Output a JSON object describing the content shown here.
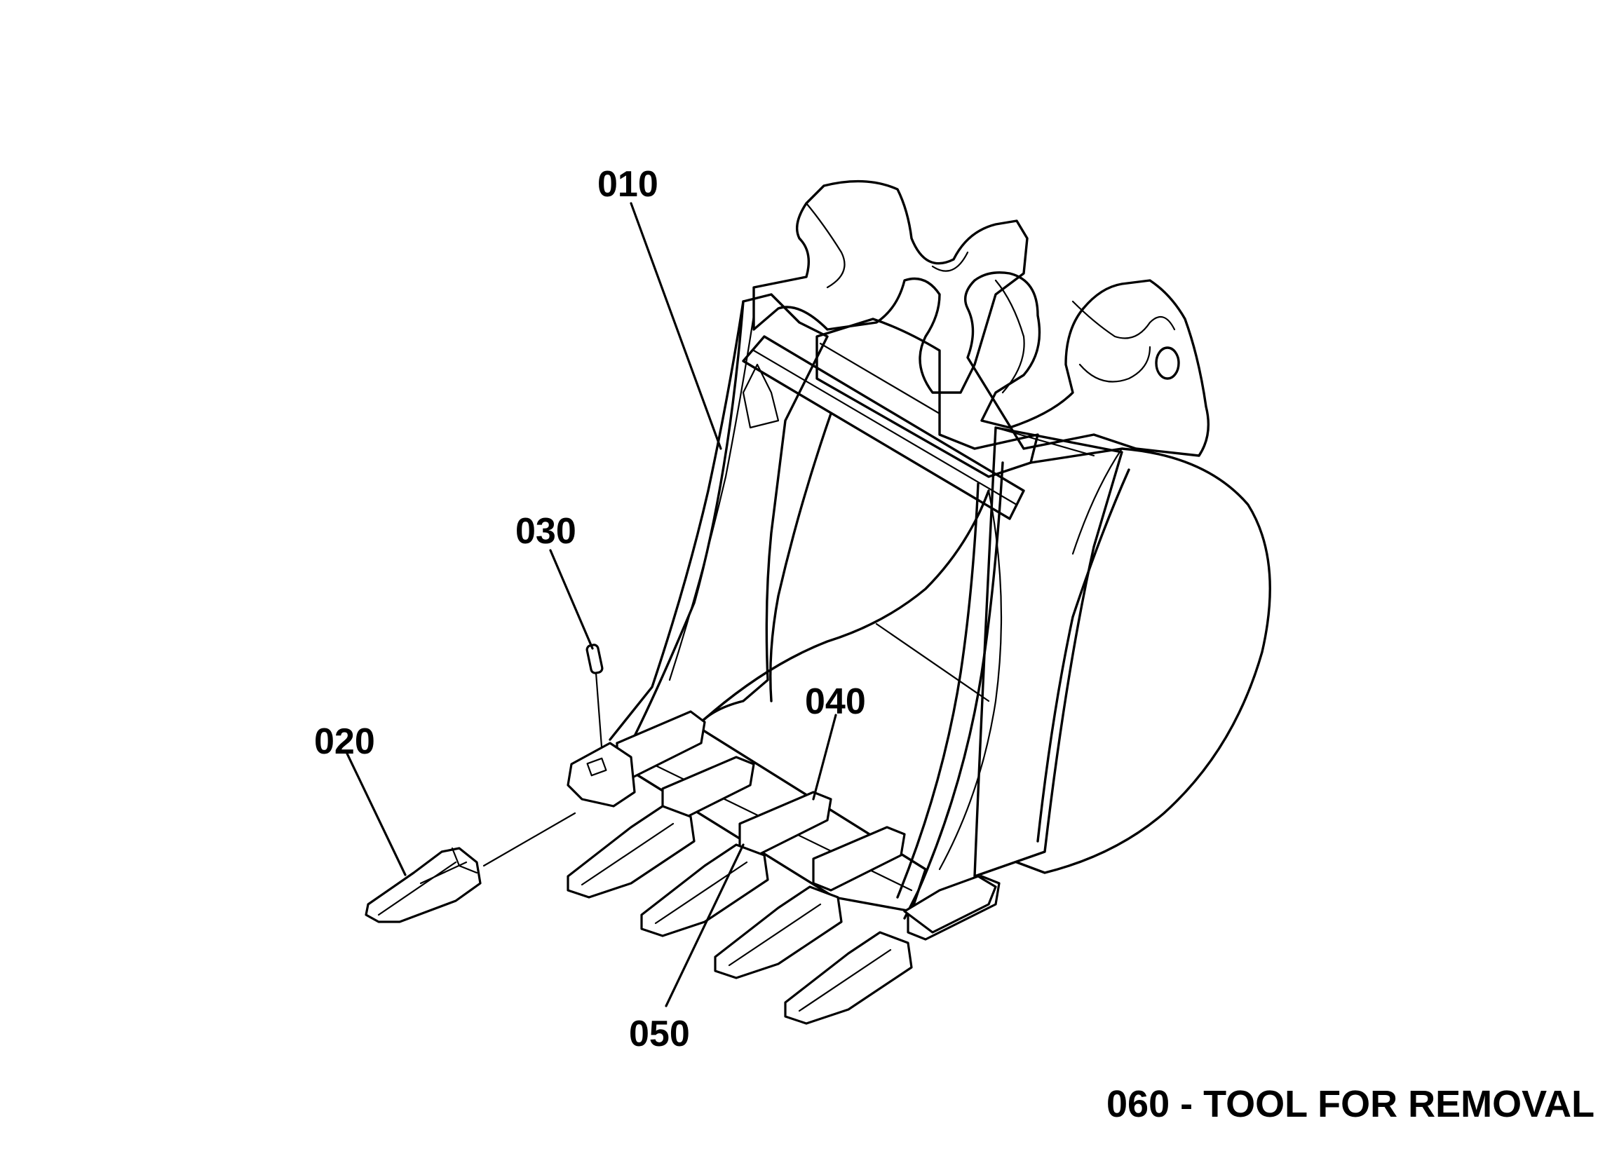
{
  "diagram": {
    "callouts": {
      "bucket": "010",
      "tooth_single": "020",
      "pin": "030",
      "adapter": "040",
      "tooth": "050"
    },
    "note": "060 - TOOL FOR REMOVAL"
  }
}
